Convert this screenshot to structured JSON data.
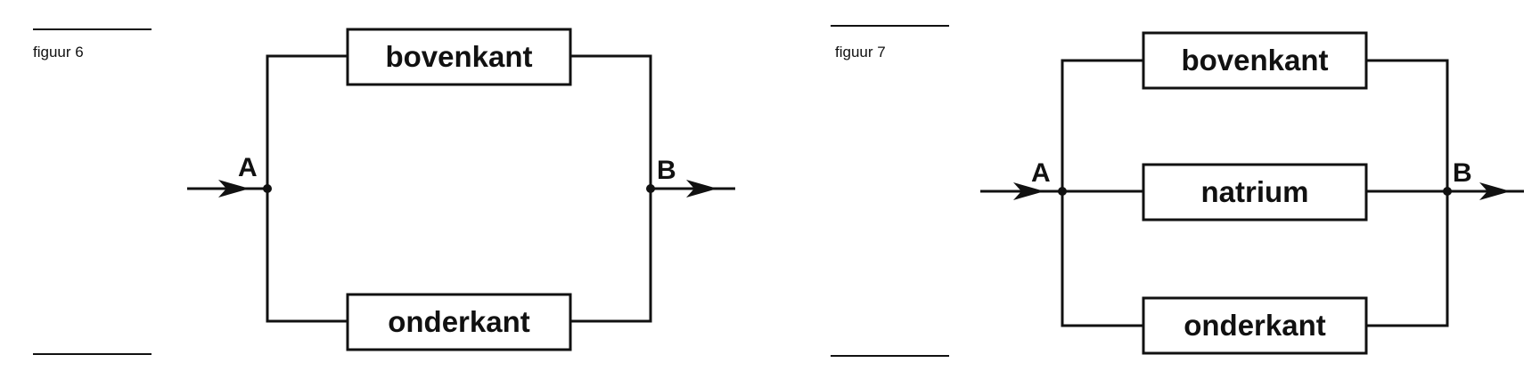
{
  "figure6": {
    "caption": "figuur 6",
    "node_in": "A",
    "node_out": "B",
    "boxes": [
      "bovenkant",
      "onderkant"
    ]
  },
  "figure7": {
    "caption": "figuur 7",
    "node_in": "A",
    "node_out": "B",
    "boxes": [
      "bovenkant",
      "natrium",
      "onderkant"
    ]
  },
  "colors": {
    "ink": "#111111",
    "background": "#ffffff"
  }
}
